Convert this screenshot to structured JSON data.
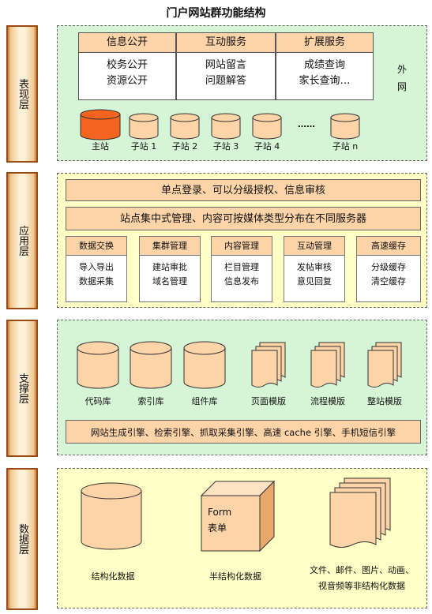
{
  "title": "门户网站群功能结构",
  "layers": {
    "presentation": "表现层",
    "application": "应用层",
    "support": "支撑层",
    "data": "数据层"
  },
  "presentation": {
    "cards": [
      {
        "header": "信息公开",
        "lines": [
          "校务公开",
          "资源公开"
        ]
      },
      {
        "header": "互动服务",
        "lines": [
          "网站留言",
          "问题解答"
        ]
      },
      {
        "header": "扩展服务",
        "lines": [
          "成绩查询",
          "家长查询…"
        ]
      }
    ],
    "extranet": "外网",
    "sites": [
      "主站",
      "子站 1",
      "子站 2",
      "子站 3",
      "子站 4",
      "子站 n"
    ],
    "ellipsis": "……"
  },
  "application": {
    "bar1": "单点登录、可以分级授权、信息审核",
    "bar2": "站点集中式管理、内容可按媒体类型分布在不同服务器",
    "modules": [
      {
        "header": "数据交换",
        "lines": [
          "导入导出",
          "数据采集"
        ]
      },
      {
        "header": "集群管理",
        "lines": [
          "建站审批",
          "域名管理"
        ]
      },
      {
        "header": "内容管理",
        "lines": [
          "栏目管理",
          "信息发布"
        ]
      },
      {
        "header": "互动管理",
        "lines": [
          "发帖审核",
          "意见回复"
        ]
      },
      {
        "header": "高速缓存",
        "lines": [
          "分级缓存",
          "清空缓存"
        ]
      }
    ]
  },
  "support": {
    "repos": [
      "代码库",
      "索引库",
      "组件库"
    ],
    "templates": [
      "页面模版",
      "流程模版",
      "整站模版"
    ],
    "engines": "网站生成引擎、检索引擎、抓取采集引擎、高速 cache 引擎、手机短信引擎"
  },
  "data": {
    "structured": "结构化数据",
    "semi_box_line1": "Form",
    "semi_box_line2": "表单",
    "semi": "半结构化数据",
    "unstructured_line1": "文件、邮件、图片、动画、",
    "unstructured_line2": "视音频等非结构化数据"
  },
  "colors": {
    "tab_border": "#9a4a16",
    "panel_green": "#d6f5d6",
    "panel_yellow": "#ffffc6",
    "peach": "#fdd3a8",
    "main_site": "#f5641e"
  }
}
